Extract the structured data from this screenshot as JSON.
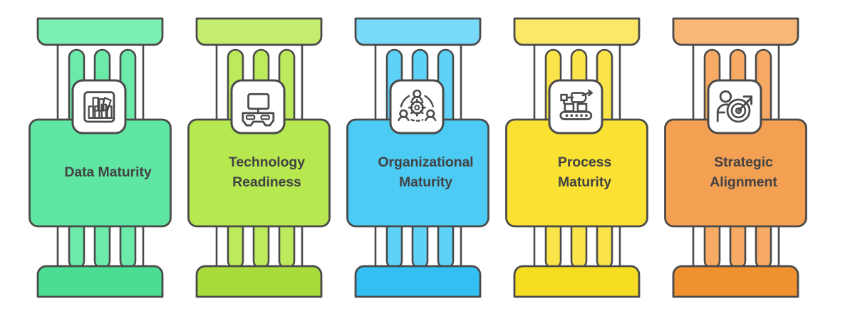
{
  "diagram": {
    "type": "pillars-infographic",
    "title": "",
    "background": "#ffffff",
    "stroke_color": "#4a4a4a",
    "label_color": "#434343",
    "icon_bg": "#ffffff",
    "icon_stroke": "#4a4a4a",
    "pillars": [
      {
        "label": "Data Maturity",
        "icon": "bookshelf-icon",
        "colors": {
          "cap_top": "#7CEFB2",
          "cap_bottom": "#4ADE92",
          "card": "#5FE6A2",
          "bar": "#6CEAA9"
        }
      },
      {
        "label": "Technology\nReadiness",
        "icon": "computer-desk-icon",
        "colors": {
          "cap_top": "#C4ED6F",
          "cap_bottom": "#A8DC3C",
          "card": "#B6E850",
          "bar": "#BCEA5C"
        }
      },
      {
        "label": "Organizational\nMaturity",
        "icon": "team-gear-icon",
        "colors": {
          "cap_top": "#79D9F9",
          "cap_bottom": "#33BFF2",
          "card": "#4CCBF5",
          "bar": "#5FD2F7"
        }
      },
      {
        "label": "Process\nMaturity",
        "icon": "robot-conveyor-icon",
        "colors": {
          "cap_top": "#FCE766",
          "cap_bottom": "#F7DD22",
          "card": "#FAE132",
          "bar": "#FBE449"
        }
      },
      {
        "label": "Strategic\nAlignment",
        "icon": "target-person-icon",
        "colors": {
          "cap_top": "#F9B777",
          "cap_bottom": "#F0912F",
          "card": "#F4A053",
          "bar": "#F6AA63"
        }
      }
    ]
  }
}
